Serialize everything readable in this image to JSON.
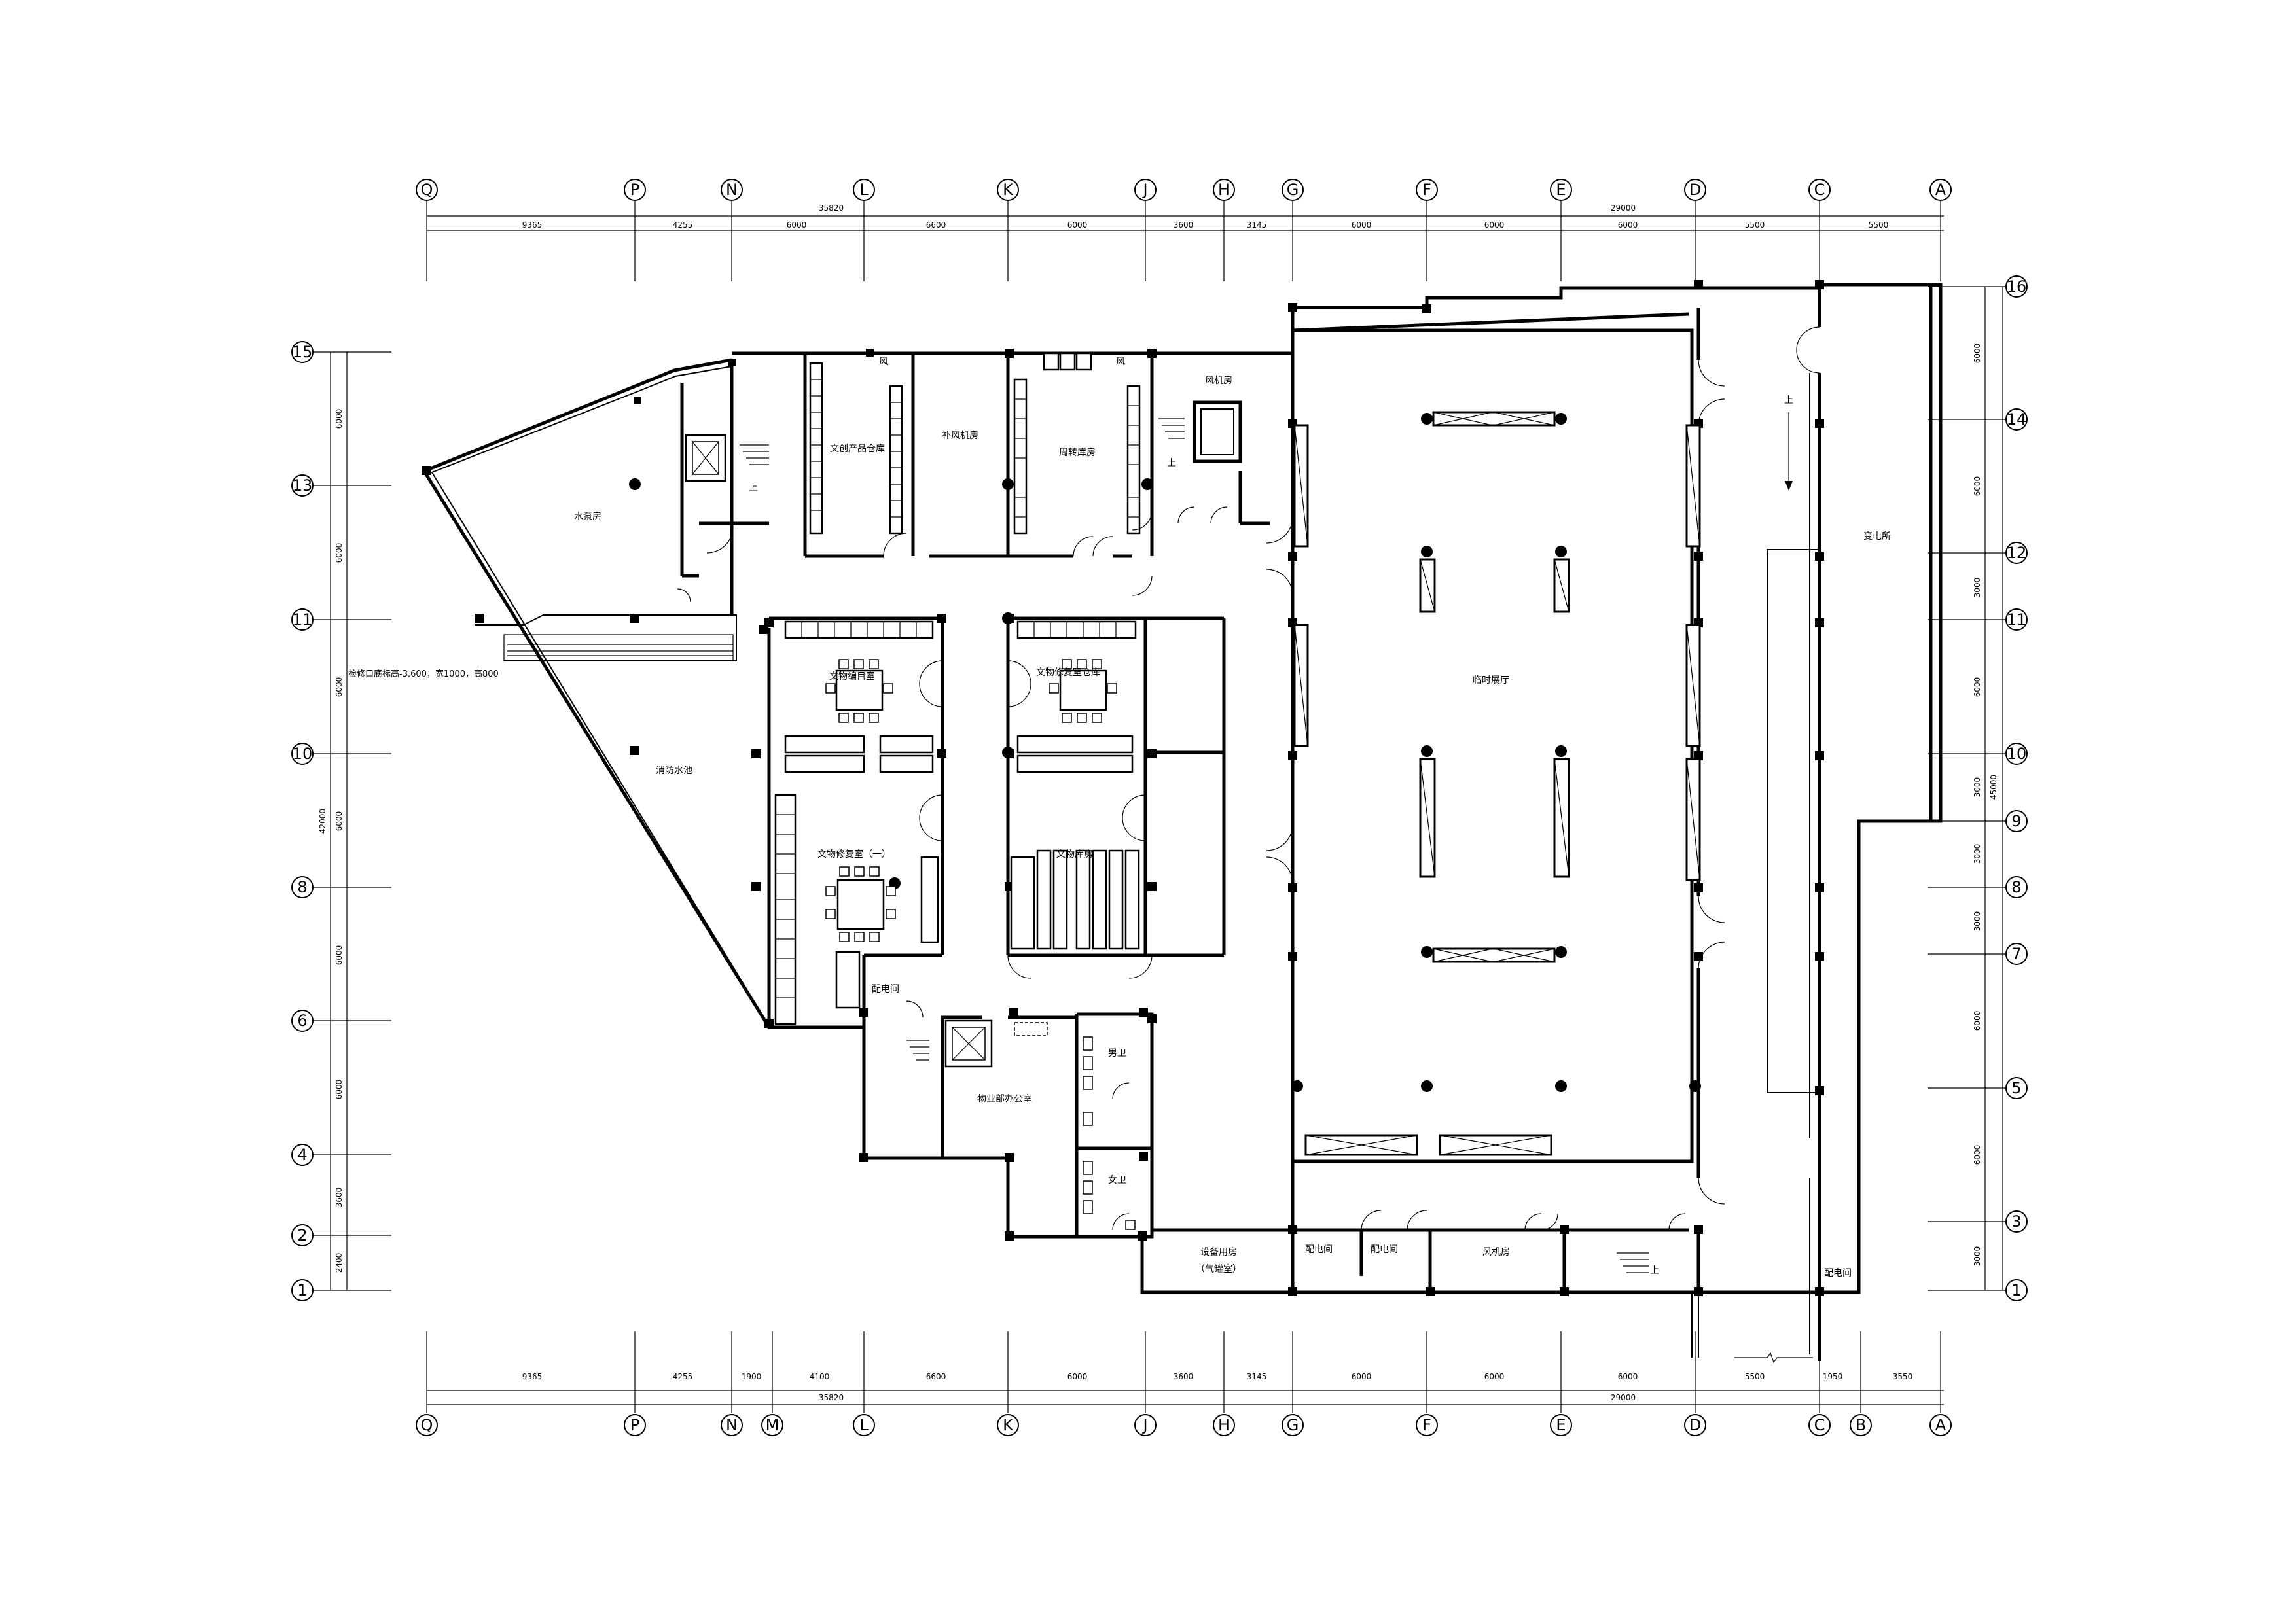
{
  "grid_top": [
    {
      "id": "q",
      "label": "Q"
    },
    {
      "id": "p",
      "label": "P"
    },
    {
      "id": "n",
      "label": "N"
    },
    {
      "id": "l",
      "label": "L"
    },
    {
      "id": "k",
      "label": "K"
    },
    {
      "id": "j",
      "label": "J"
    },
    {
      "id": "h",
      "label": "H"
    },
    {
      "id": "g",
      "label": "G"
    },
    {
      "id": "f",
      "label": "F"
    },
    {
      "id": "e",
      "label": "E"
    },
    {
      "id": "d",
      "label": "D"
    },
    {
      "id": "c",
      "label": "C"
    },
    {
      "id": "a",
      "label": "A"
    }
  ],
  "grid_bottom": [
    {
      "id": "q",
      "label": "Q"
    },
    {
      "id": "p",
      "label": "P"
    },
    {
      "id": "n",
      "label": "N"
    },
    {
      "id": "m",
      "label": "M"
    },
    {
      "id": "l",
      "label": "L"
    },
    {
      "id": "k",
      "label": "K"
    },
    {
      "id": "j",
      "label": "J"
    },
    {
      "id": "h",
      "label": "H"
    },
    {
      "id": "g",
      "label": "G"
    },
    {
      "id": "f",
      "label": "F"
    },
    {
      "id": "e",
      "label": "E"
    },
    {
      "id": "d",
      "label": "D"
    },
    {
      "id": "c",
      "label": "C"
    },
    {
      "id": "b",
      "label": "B"
    },
    {
      "id": "a",
      "label": "A"
    }
  ],
  "grid_left": [
    {
      "id": "15",
      "label": "15"
    },
    {
      "id": "13",
      "label": "13"
    },
    {
      "id": "11",
      "label": "11"
    },
    {
      "id": "10",
      "label": "10"
    },
    {
      "id": "8",
      "label": "8"
    },
    {
      "id": "6",
      "label": "6"
    },
    {
      "id": "4",
      "label": "4"
    },
    {
      "id": "2",
      "label": "2"
    },
    {
      "id": "1",
      "label": "1"
    }
  ],
  "grid_right": [
    {
      "id": "16",
      "label": "16"
    },
    {
      "id": "14",
      "label": "14"
    },
    {
      "id": "12",
      "label": "12"
    },
    {
      "id": "11",
      "label": "11"
    },
    {
      "id": "10",
      "label": "10"
    },
    {
      "id": "9",
      "label": "9"
    },
    {
      "id": "8",
      "label": "8"
    },
    {
      "id": "7",
      "label": "7"
    },
    {
      "id": "5",
      "label": "5"
    },
    {
      "id": "3",
      "label": "3"
    },
    {
      "id": "1",
      "label": "1"
    }
  ],
  "dims_top": {
    "total_left": "35820",
    "total_right": "29000",
    "segments": [
      "9365",
      "4255",
      "6000",
      "6600",
      "6000",
      "3600",
      "3145",
      "6000",
      "6000",
      "6000",
      "5500",
      "5500"
    ]
  },
  "dims_bottom": {
    "total_left": "35820",
    "total_right": "29000",
    "segments": [
      "9365",
      "4255",
      "1900",
      "4100",
      "6600",
      "6000",
      "3600",
      "3145",
      "6000",
      "6000",
      "6000",
      "5500",
      "1950",
      "3550"
    ]
  },
  "dims_left": {
    "total": "42000",
    "segments": [
      "6000",
      "6000",
      "6000",
      "6000",
      "6000",
      "6000",
      "3600",
      "2400"
    ]
  },
  "dims_right": {
    "total": "45000",
    "segments": [
      "6000",
      "6000",
      "3000",
      "6000",
      "3000",
      "3000",
      "3000",
      "6000",
      "6000",
      "3000"
    ]
  },
  "rooms": {
    "pump_room": "水泵房",
    "cultural_warehouse": "文创产品仓库",
    "supply_fan_room": "补风机房",
    "turnover_storage": "周转库房",
    "fan_room_top": "风机房",
    "fan_label": "风",
    "fire_pool": "消防水池",
    "relic_catalog": "文物编目室",
    "relic_restoration_storage": "文物修复室仓库",
    "relic_restoration_1": "文物修复室（一）",
    "relic_storage": "文物库房",
    "temp_hall": "临时展厅",
    "substation": "变电所",
    "power_room": "配电间",
    "property_office": "物业部办公室",
    "men_wc": "男卫",
    "women_wc": "女卫",
    "equipment_room": "设备用房",
    "gas_tank_room": "（气罐室）",
    "fan_room_bottom": "风机房",
    "up": "上"
  },
  "notes": {
    "hatch_note": "检修口底标高-3.600，宽1000，高800"
  }
}
